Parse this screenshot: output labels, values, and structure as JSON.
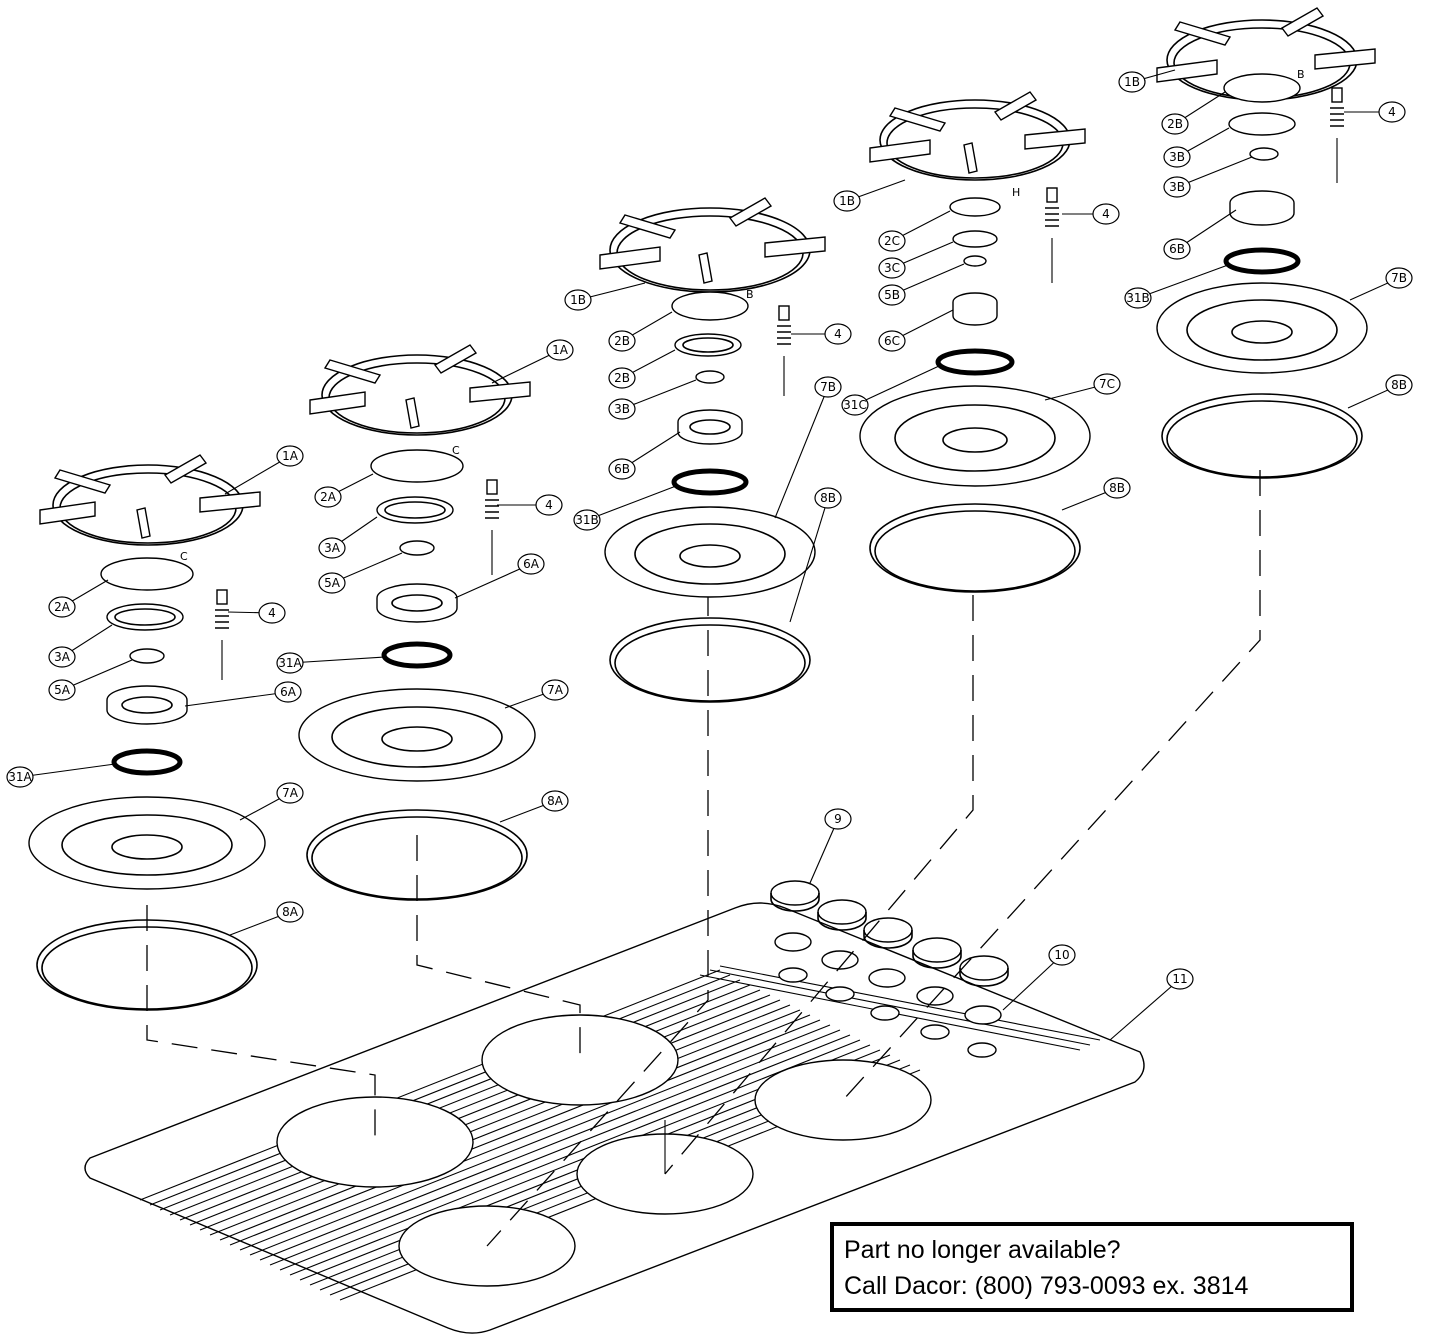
{
  "notice": {
    "line1": "Part no longer available?",
    "line2": "Call Dacor: (800) 793-0093 ex. 3814"
  },
  "callouts": [
    "1A",
    "2A",
    "3A",
    "4",
    "5A",
    "6A",
    "31A",
    "7A",
    "8A",
    "1B",
    "2B",
    "3B",
    "5B",
    "6B",
    "31B",
    "7B",
    "8B",
    "2C",
    "3C",
    "6C",
    "31C",
    "7C",
    "9",
    "10",
    "11"
  ],
  "grate_letters": [
    "B",
    "C",
    "H"
  ]
}
